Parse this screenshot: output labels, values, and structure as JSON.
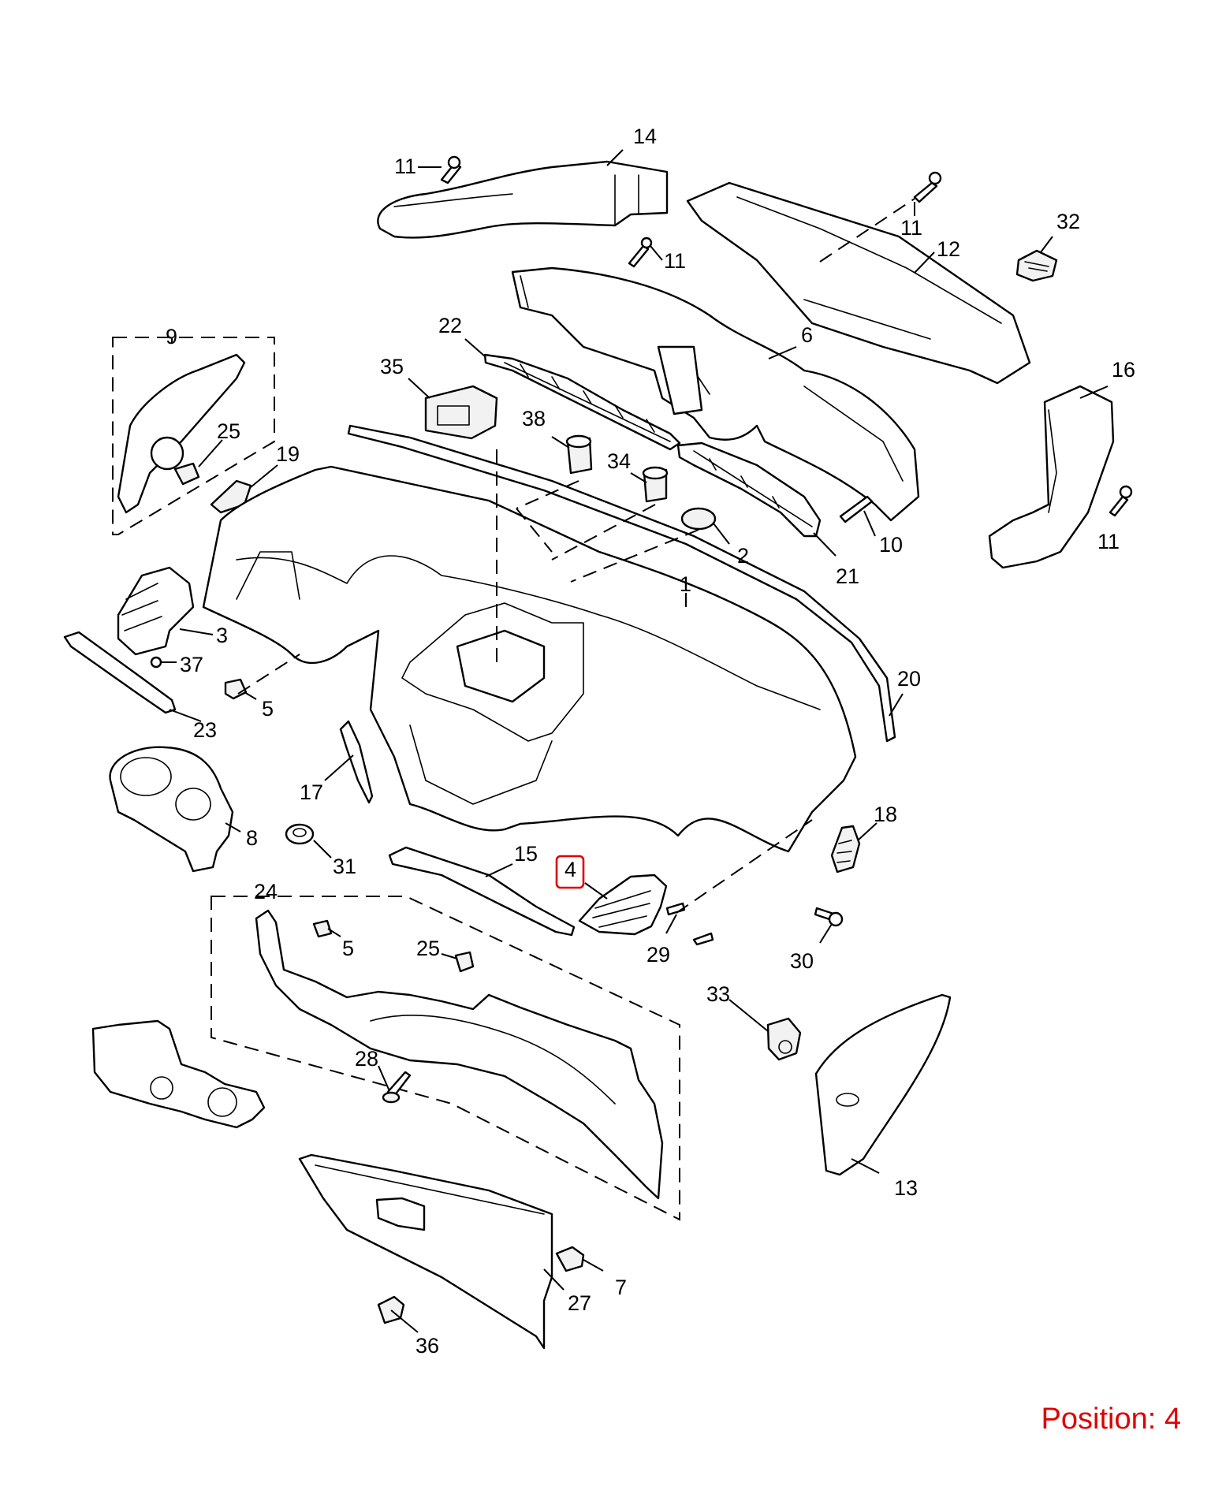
{
  "position": {
    "label": "Position: 4",
    "color": "#e00000"
  },
  "highlighted_callout": "4",
  "callouts": [
    {
      "id": "c14",
      "text": "14"
    },
    {
      "id": "c11a",
      "text": "11"
    },
    {
      "id": "c11b",
      "text": "11"
    },
    {
      "id": "c11c",
      "text": "11"
    },
    {
      "id": "c11d",
      "text": "11"
    },
    {
      "id": "c32",
      "text": "32"
    },
    {
      "id": "c12",
      "text": "12"
    },
    {
      "id": "c9",
      "text": "9"
    },
    {
      "id": "c22",
      "text": "22"
    },
    {
      "id": "c35",
      "text": "35"
    },
    {
      "id": "c6",
      "text": "6"
    },
    {
      "id": "c16",
      "text": "16"
    },
    {
      "id": "c25a",
      "text": "25"
    },
    {
      "id": "c38",
      "text": "38"
    },
    {
      "id": "c34",
      "text": "34"
    },
    {
      "id": "c19",
      "text": "19"
    },
    {
      "id": "c10",
      "text": "10"
    },
    {
      "id": "c2",
      "text": "2"
    },
    {
      "id": "c21",
      "text": "21"
    },
    {
      "id": "c1",
      "text": "1"
    },
    {
      "id": "c3",
      "text": "3"
    },
    {
      "id": "c37",
      "text": "37"
    },
    {
      "id": "c20",
      "text": "20"
    },
    {
      "id": "c5a",
      "text": "5"
    },
    {
      "id": "c23",
      "text": "23"
    },
    {
      "id": "c17",
      "text": "17"
    },
    {
      "id": "c8",
      "text": "8"
    },
    {
      "id": "c18",
      "text": "18"
    },
    {
      "id": "c31",
      "text": "31"
    },
    {
      "id": "c15",
      "text": "15"
    },
    {
      "id": "c4",
      "text": "4"
    },
    {
      "id": "c24",
      "text": "24"
    },
    {
      "id": "c5b",
      "text": "5"
    },
    {
      "id": "c25b",
      "text": "25"
    },
    {
      "id": "c29",
      "text": "29"
    },
    {
      "id": "c30",
      "text": "30"
    },
    {
      "id": "c33",
      "text": "33"
    },
    {
      "id": "c28",
      "text": "28"
    },
    {
      "id": "c13",
      "text": "13"
    },
    {
      "id": "c7",
      "text": "7"
    },
    {
      "id": "c27",
      "text": "27"
    },
    {
      "id": "c36",
      "text": "36"
    }
  ]
}
